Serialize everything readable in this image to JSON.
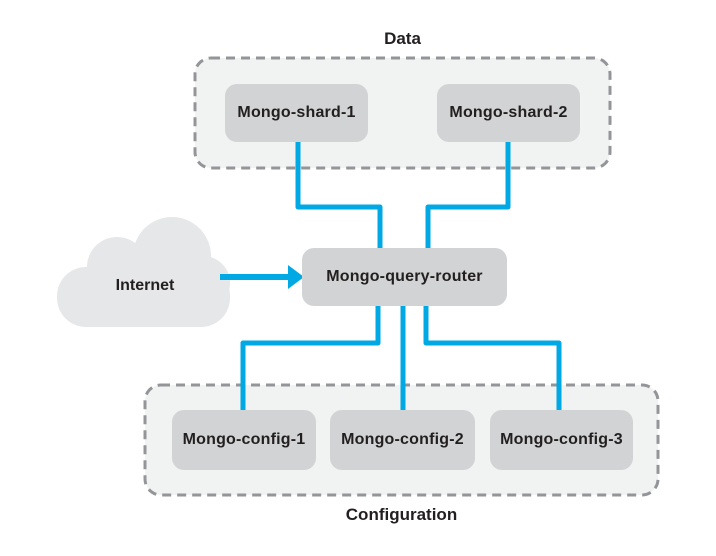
{
  "diagram": {
    "internet": {
      "label": "Internet"
    },
    "router": {
      "label": "Mongo-query-router"
    },
    "groups": {
      "data": {
        "label": "Data",
        "nodes": [
          {
            "label": "Mongo-shard-1"
          },
          {
            "label": "Mongo-shard-2"
          }
        ]
      },
      "configuration": {
        "label": "Configuration",
        "nodes": [
          {
            "label": "Mongo-config-1"
          },
          {
            "label": "Mongo-config-2"
          },
          {
            "label": "Mongo-config-3"
          }
        ]
      }
    },
    "icons": {
      "cloud": "internet-cloud-icon",
      "arrow": "right-arrow-icon"
    },
    "colors": {
      "connector_blue": "#00A8E4",
      "node_fill": "#D1D3D4",
      "group_fill": "#F1F2F2",
      "group_border": "#939598",
      "cloud_fill": "#E6E7E8",
      "text": "#231F20",
      "background": "#FFFFFF"
    }
  }
}
